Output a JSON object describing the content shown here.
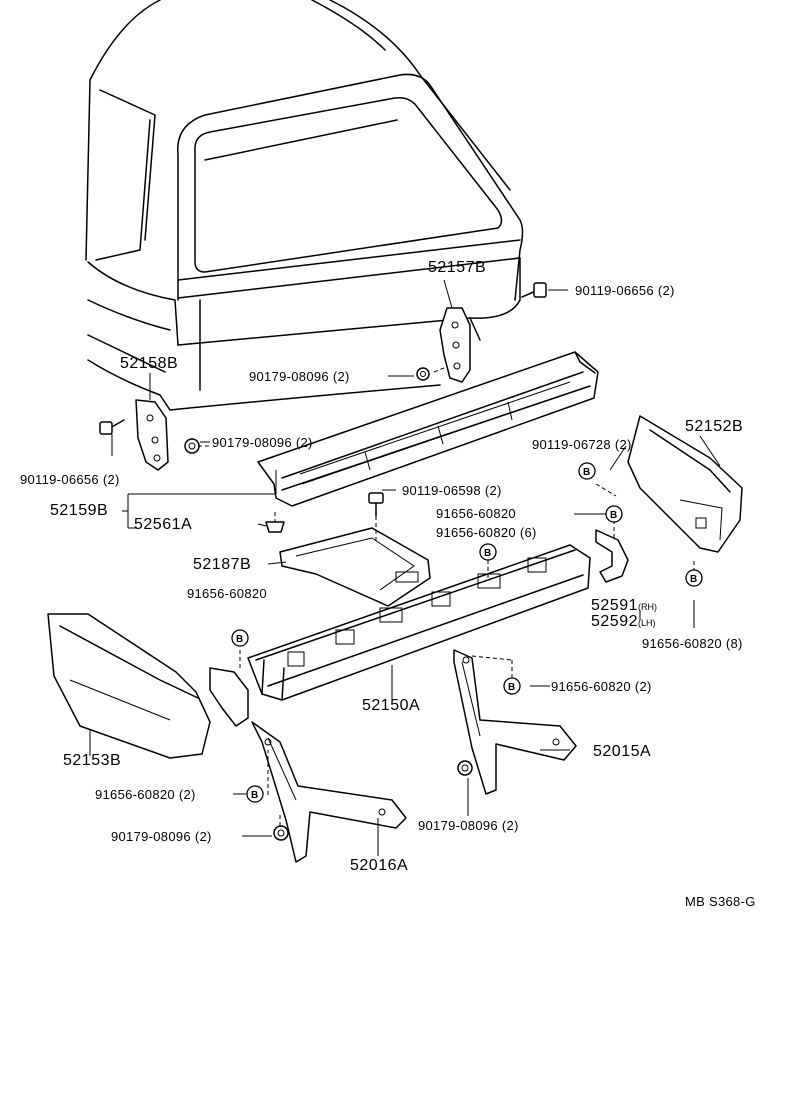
{
  "parts": {
    "p52157B": "52157B",
    "p52158B": "52158B",
    "p52152B": "52152B",
    "p52159B": "52159B",
    "p52561A": "52561A",
    "p52187B": "52187B",
    "p52591": "52591",
    "p52591_side": "(RH)",
    "p52592": "52592",
    "p52592_side": "(LH)",
    "p52153B": "52153B",
    "p52150A": "52150A",
    "p52015A": "52015A",
    "p52016A": "52016A"
  },
  "fasteners": {
    "f1": "90119-06656 (2)",
    "f2": "90179-08096 (2)",
    "f3": "90179-08096 (2)",
    "f4": "90119-06656 (2)",
    "f5": "90119-06728 (2)",
    "f6": "90119-06598 (2)",
    "f7": "91656-60820",
    "f8": "91656-60820 (6)",
    "f9": "91656-60820",
    "f10": "91656-60820 (8)",
    "f11": "91656-60820 (2)",
    "f12": "91656-60820 (2)",
    "f13": "90179-08096 (2)",
    "f14": "90179-08096 (2)"
  },
  "marker_letter": "B",
  "figure_code": "MB S368-G"
}
